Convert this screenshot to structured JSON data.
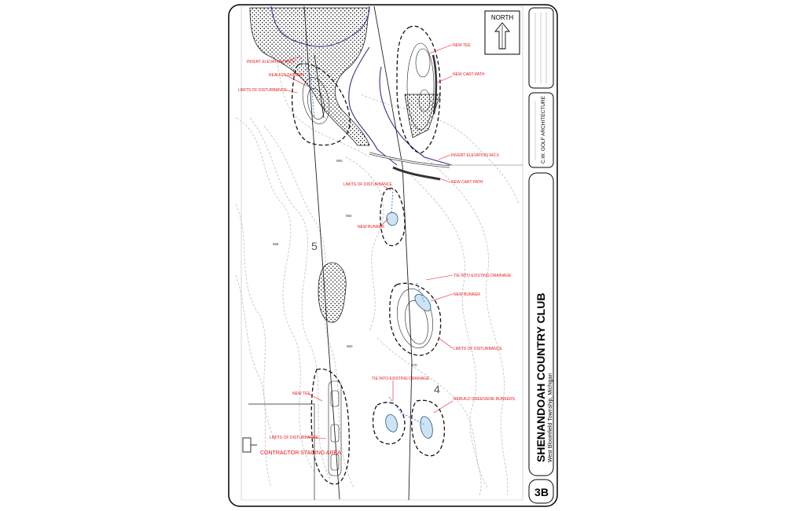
{
  "title_block": {
    "club_name": "SHENANDOAH COUNTRY CLUB",
    "location": "West Bloomfield Township, Michigan",
    "architect": "C.W. GOLF ARCHITECTURE",
    "sheet_number": "3B",
    "north_label": "NORTH"
  },
  "holes": {
    "hole_5": "5",
    "hole_4": "4"
  },
  "elevations": {
    "e950": "950",
    "e956": "956",
    "e960a": "960",
    "e960b": "960",
    "e970": "970"
  },
  "annotations": {
    "new_tee_top": "NEW TEE",
    "new_cart_path_top": "NEW CART PATH",
    "invert_elev_left": "INVERT ELEVATION 941.0",
    "realign_fairway": "REALIGN FAIRWAY",
    "limits_top": "LIMITS OF DISTURBANCE",
    "invert_elev_right": "INVERT ELEVATION 942.5",
    "new_cart_path_mid": "NEW CART PATH",
    "limits_mid": "LIMITS OF DISTURBANCE",
    "new_bunker_1": "NEW BUNKER",
    "tie_drainage_1": "TIE INTO EXISTING DRAINAGE",
    "new_bunker_2": "NEW BUNKER",
    "limits_right": "LIMITS OF DISTURBANCE",
    "tie_drainage_2": "TIE INTO EXISTING DRAINAGE",
    "rebuild_bunkers": "REBUILD GREENSIDE BUNKERS",
    "new_tee_bottom": "NEW TEE",
    "limits_bottom": "LIMITS OF DISTURBANCE",
    "contractor_area": "CONTRACTOR STAGING AREA"
  }
}
